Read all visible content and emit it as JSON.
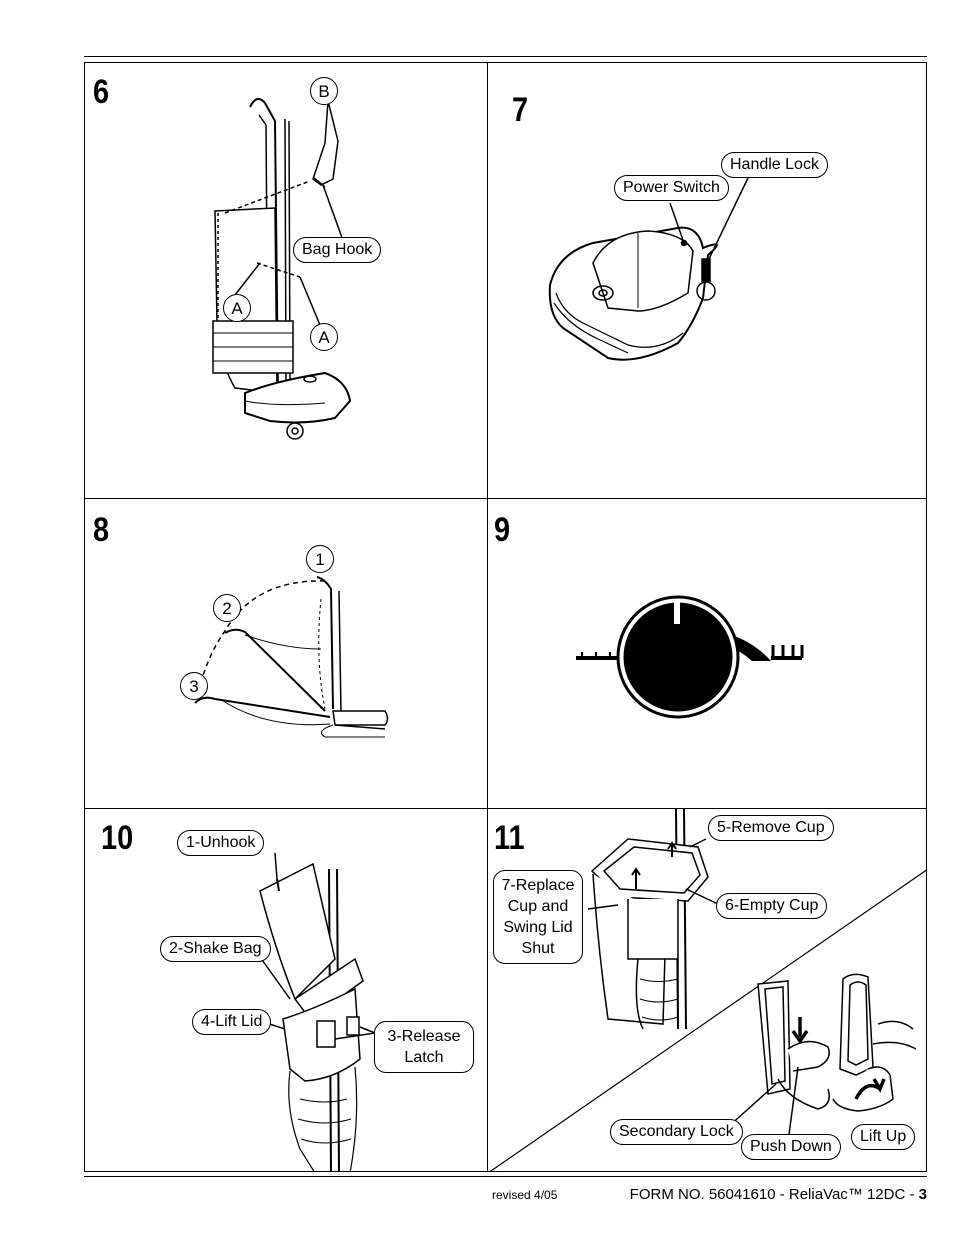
{
  "panels": {
    "p6": {
      "number": "6",
      "labels": {
        "b": "B",
        "bag_hook": "Bag Hook",
        "a1": "A",
        "a2": "A"
      }
    },
    "p7": {
      "number": "7",
      "labels": {
        "power_switch": "Power Switch",
        "handle_lock": "Handle Lock"
      }
    },
    "p8": {
      "number": "8",
      "labels": {
        "pos1": "1",
        "pos2": "2",
        "pos3": "3"
      }
    },
    "p9": {
      "number": "9"
    },
    "p10": {
      "number": "10",
      "labels": {
        "unhook": "1-Unhook",
        "shake_bag": "2-Shake Bag",
        "lift_lid": "4-Lift Lid",
        "release_latch": "3-Release Latch"
      }
    },
    "p11": {
      "number": "11",
      "labels": {
        "remove_cup": "5-Remove Cup",
        "replace_cup": "7-Replace Cup and Swing Lid Shut",
        "empty_cup": "6-Empty Cup",
        "secondary_lock": "Secondary Lock",
        "push_down": "Push Down",
        "lift_up": "Lift Up"
      }
    }
  },
  "footer": {
    "revised": "revised 4/05",
    "form": "FORM NO. 56041610 - ReliaVac™ 12DC - ",
    "page": "3"
  }
}
